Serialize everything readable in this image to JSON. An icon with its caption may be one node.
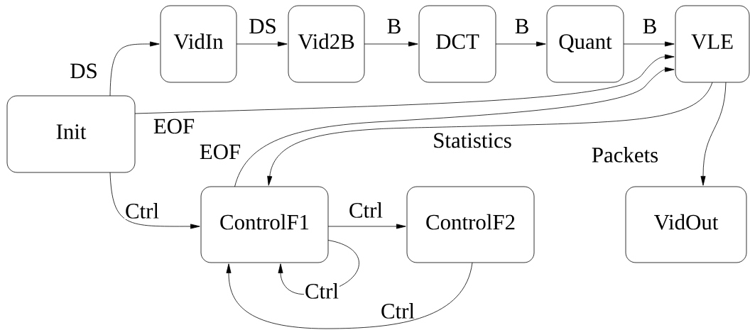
{
  "diagram": {
    "nodes": [
      {
        "text": [
          "Init"
        ]
      },
      {
        "text": [
          "VidIn"
        ]
      },
      {
        "text": [
          "Vid2B"
        ]
      },
      {
        "text": [
          "DCT"
        ]
      },
      {
        "text": [
          "Quant"
        ]
      },
      {
        "text": [
          "VLE"
        ]
      },
      {
        "text": [
          "ControlF1"
        ]
      },
      {
        "text": [
          "ControlF2"
        ]
      },
      {
        "text": [
          "VidOut"
        ]
      }
    ],
    "edges": [
      {
        "from": 0,
        "to": 1,
        "arrow": "to",
        "label": "DS"
      },
      {
        "from": 1,
        "to": 2,
        "arrow": "to",
        "label": "DS"
      },
      {
        "from": 2,
        "to": 3,
        "arrow": "to",
        "label": "B"
      },
      {
        "from": 3,
        "to": 4,
        "arrow": "to",
        "label": "B"
      },
      {
        "from": 4,
        "to": 5,
        "arrow": "to",
        "label": "B"
      },
      {
        "from": 0,
        "to": 5,
        "arrow": "to",
        "label": "EOF"
      },
      {
        "from": 6,
        "to": 5,
        "arrow": "to",
        "label": "EOF"
      },
      {
        "from": 5,
        "to": 6,
        "arrow": "to",
        "label": "Statistics"
      },
      {
        "from": 5,
        "to": 8,
        "arrow": "to",
        "label": "Packets"
      },
      {
        "from": 0,
        "to": 6,
        "arrow": "to",
        "label": "Ctrl"
      },
      {
        "from": 6,
        "to": 7,
        "arrow": "to",
        "label": "Ctrl"
      },
      {
        "from": 6,
        "to": 6,
        "arrow": "to",
        "label": "Ctrl"
      },
      {
        "from": 7,
        "to": 6,
        "arrow": "to",
        "label": "Ctrl"
      }
    ]
  }
}
